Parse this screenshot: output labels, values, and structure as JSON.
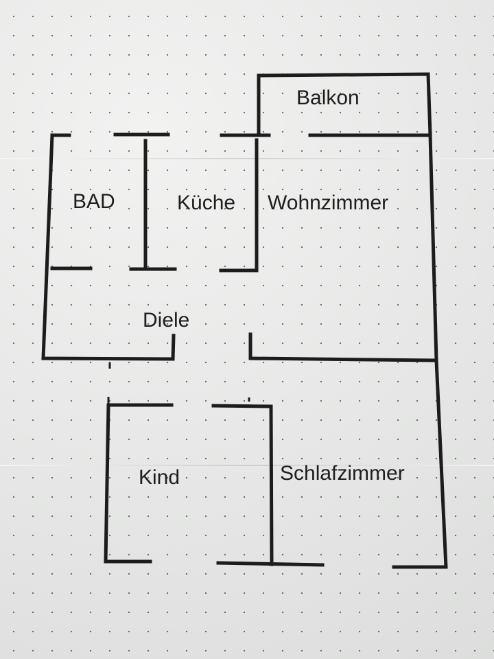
{
  "rooms": {
    "balkon": "Balkon",
    "bad": "BAD",
    "kueche": "Küche",
    "wohnzimmer": "Wohnzimmer",
    "diele": "Diele",
    "kind": "Kind",
    "schlafzimmer": "Schlafzimmer"
  },
  "colors": {
    "wall": "#1c1c1c",
    "paper": "#e9eae9"
  }
}
